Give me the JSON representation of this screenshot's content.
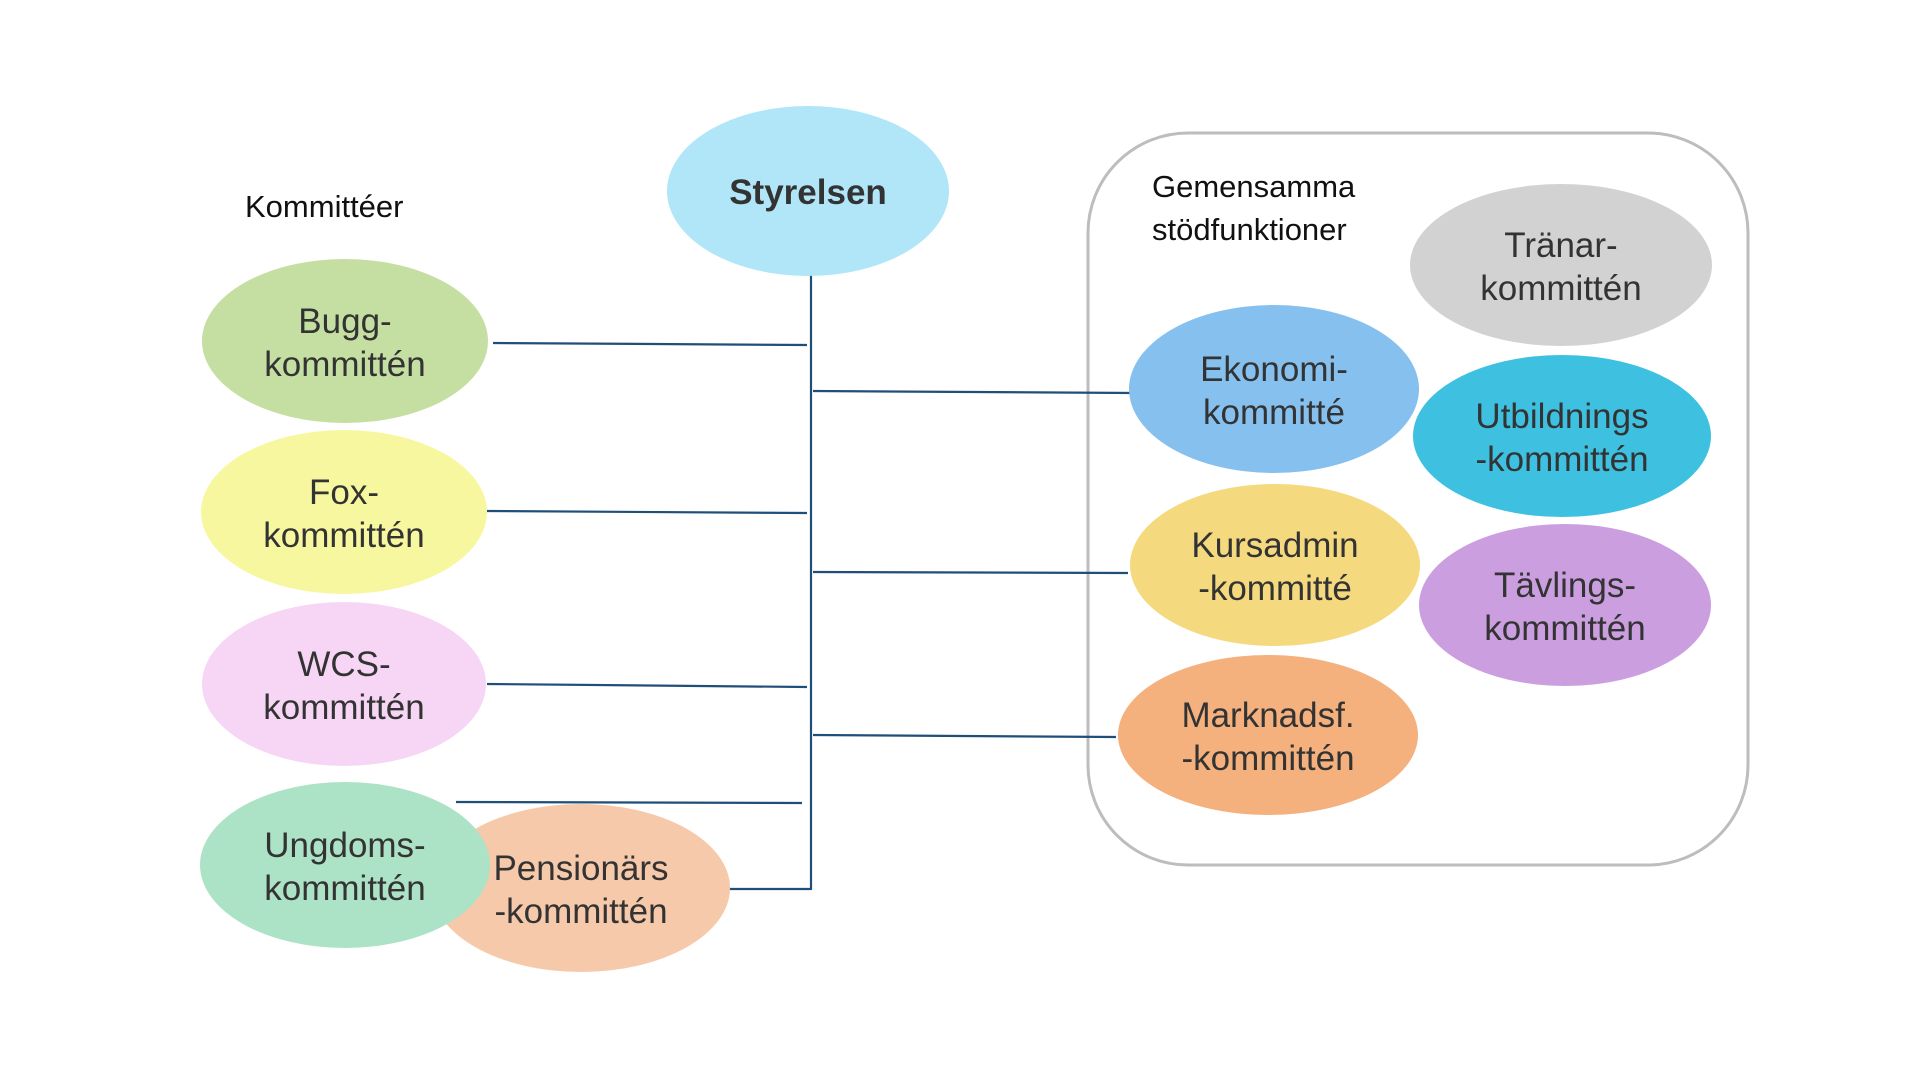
{
  "title": "Styrelsen",
  "left_group": {
    "heading": "Kommittéer"
  },
  "right_group": {
    "heading_line1": "Gemensamma",
    "heading_line2": "stödfunktioner"
  },
  "nodes": {
    "styrelsen": {
      "lines": [
        "Styrelsen"
      ],
      "color": "#b0e6f8"
    },
    "bugg": {
      "lines": [
        "Bugg-",
        "kommittén"
      ],
      "color": "#c5dfa2"
    },
    "fox": {
      "lines": [
        "Fox-",
        "kommittén"
      ],
      "color": "#f7f7a0"
    },
    "wcs": {
      "lines": [
        "WCS-",
        "kommittén"
      ],
      "color": "#f7d6f5"
    },
    "ungdoms": {
      "lines": [
        "Ungdoms-",
        "kommittén"
      ],
      "color": "#ace2c5"
    },
    "pensionars": {
      "lines": [
        "Pensionärs",
        "-kommittén"
      ],
      "color": "#f6c9aa"
    },
    "ekonomi": {
      "lines": [
        "Ekonomi-",
        "kommitté"
      ],
      "color": "#86c0ee"
    },
    "kursadmin": {
      "lines": [
        "Kursadmin",
        "-kommitté"
      ],
      "color": "#f5d97e"
    },
    "marknadsf": {
      "lines": [
        "Marknadsf.",
        "-kommittén"
      ],
      "color": "#f4b07d"
    },
    "tranar": {
      "lines": [
        "Tränar-",
        "kommittén"
      ],
      "color": "#d2d2d2"
    },
    "utbildnings": {
      "lines": [
        "Utbildnings",
        "-kommittén"
      ],
      "color": "#3ec1e1"
    },
    "tavlings": {
      "lines": [
        "Tävlings-",
        "kommittén"
      ],
      "color": "#cb9ee0"
    }
  },
  "colors": {
    "connector": "#1f4e79",
    "group_border": "#bdbdbd",
    "text": "#333333"
  }
}
